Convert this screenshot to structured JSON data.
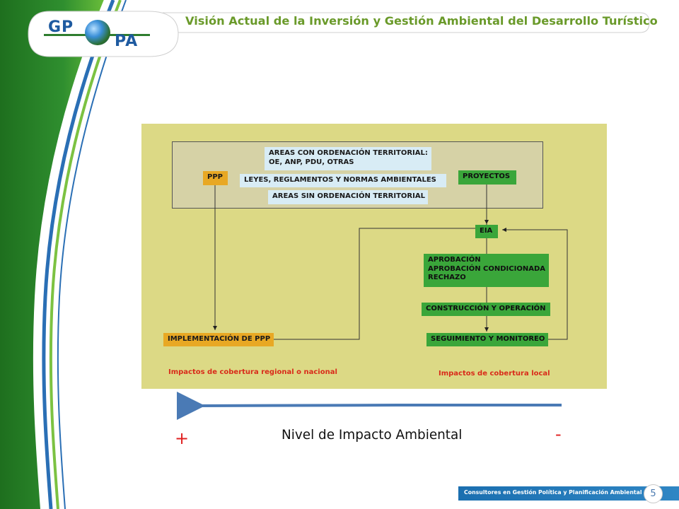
{
  "header": {
    "title": "Visión Actual de la Inversión y Gestión Ambiental del Desarrollo Turístico",
    "logo": {
      "text_left": "GP",
      "text_right": "PA"
    }
  },
  "diagram": {
    "areas_con": "AREAS CON ORDENACIÓN TERRITORIAL:",
    "areas_con_sub": "OE, ANP, PDU, OTRAS",
    "ppp": "PPP",
    "leyes": "LEYES, REGLAMENTOS Y NORMAS AMBIENTALES",
    "proyectos": "PROYECTOS",
    "areas_sin": "AREAS SIN ORDENACIÓN TERRITORIAL",
    "eia": "EIA",
    "aprobacion_1": "APROBACIÓN",
    "aprobacion_2": "APROBACIÓN CONDICIONADA",
    "aprobacion_3": "RECHAZO",
    "construccion": "CONSTRUCCIÓN Y OPERACIÓN",
    "implementacion": "IMPLEMENTACIÓN DE PPP",
    "seguimiento": "SEGUIMIENTO Y MONITOREO",
    "impacto_regional": "Impactos de cobertura regional o nacional",
    "impacto_local": "Impactos de cobertura local"
  },
  "scale": {
    "plus": "+",
    "minus": "-",
    "label": "Nivel de Impacto Ambiental"
  },
  "footer": {
    "company": "Consultores en Gestión Política y Planificación Ambiental S.C.",
    "page_number": "5"
  },
  "colors": {
    "green_dark": "#1f7a1f",
    "green_light": "#7cc242",
    "blue_stripe": "#2a6fb5",
    "title_green": "#6a9a2a",
    "diagram_bg": "#dcd985",
    "box_green": "#3aa63a",
    "box_yellow": "#e8a824",
    "box_light": "#d8ecf5",
    "impact_red": "#d92b1a",
    "arrow_blue": "#4a7ab5"
  }
}
